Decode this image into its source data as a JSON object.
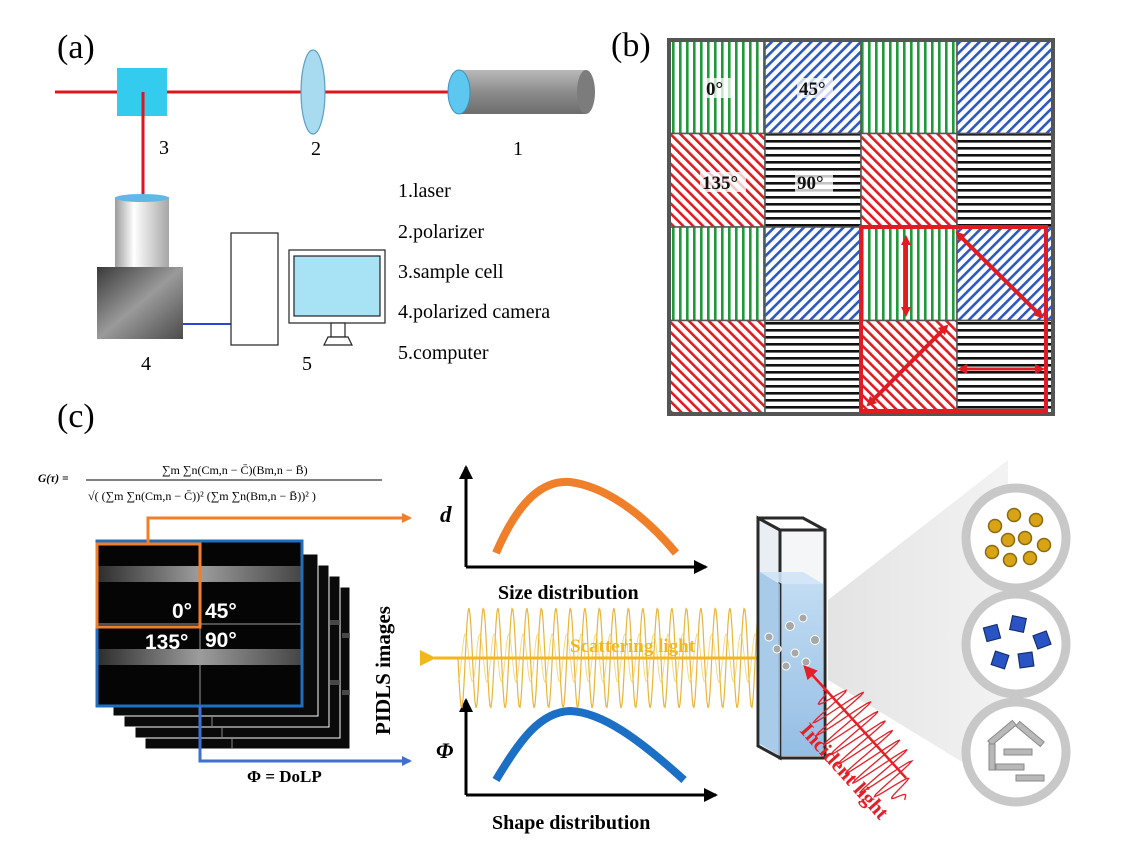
{
  "panel_a": {
    "label": "(a)",
    "component_numbers": [
      "1",
      "2",
      "3",
      "4",
      "5"
    ],
    "legend": [
      "1.laser",
      "2.polarizer",
      "3.sample cell",
      "4.polarized camera",
      "5.computer"
    ],
    "colors": {
      "beam": "#e0141c",
      "cell": "#33ccee",
      "screen": "#a8e3f5",
      "cable": "#2b45d6"
    }
  },
  "panel_b": {
    "label": "(b)",
    "angle_labels": [
      "0°",
      "45°",
      "135°",
      "90°"
    ],
    "grid": [
      [
        "0",
        "45",
        "0",
        "45"
      ],
      [
        "135",
        "90",
        "135",
        "90"
      ],
      [
        "0",
        "45",
        "0",
        "45"
      ],
      [
        "135",
        "90",
        "135",
        "90"
      ]
    ],
    "colors": {
      "0": "#1f9a3a",
      "45": "#2b57c2",
      "90": "#111111",
      "135": "#e11b22",
      "highlight": "#e11b22"
    }
  },
  "panel_c": {
    "label": "(c)",
    "formula": "G(τ) = Σₘ Σₙ (Cₘ,ₙ − C̄)(Bₘ,ₙ − B̄) / √( (Σₘ Σₙ (Cₘ,ₙ − C̄))² (Σₘ Σₙ (Bₘ,ₙ − B̄))² )",
    "formula_parts": {
      "lhs": "G(τ) =",
      "numerator": "∑m ∑n(Cm,n − C̄)(Bm,n − B̄)",
      "denominator": "√( (∑m ∑n(Cm,n − C̄))² (∑m ∑n(Bm,n − B̄))² )"
    },
    "image_angle_labels": [
      "0°",
      "45°",
      "135°",
      "90°"
    ],
    "stack_label": "PIDLS images",
    "dolp_label": "Φ = DoLP",
    "size_axis_label": "d",
    "size_title": "Size distribution",
    "shape_axis_label": "Φ",
    "shape_title": "Shape distribution",
    "scattering_label": "Scattering light",
    "incident_label": "Incident light",
    "colors": {
      "size_curve": "#f07f2a",
      "shape_curve": "#1b6fc4",
      "scatter": "#f2b81a",
      "incident": "#e61e25",
      "frame": "#1f6fc0"
    }
  }
}
